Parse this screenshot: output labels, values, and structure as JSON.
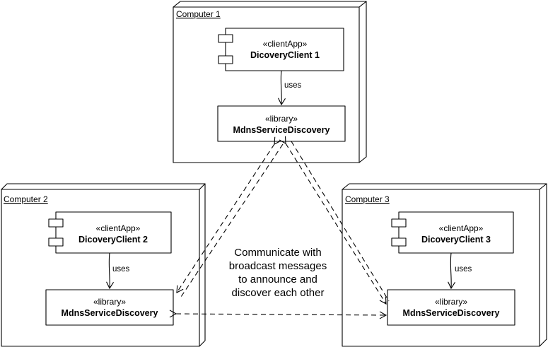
{
  "nodes": [
    {
      "id": "computer1",
      "title": "Computer 1"
    },
    {
      "id": "computer2",
      "title": "Computer 2"
    },
    {
      "id": "computer3",
      "title": "Computer 3"
    }
  ],
  "components": {
    "client1": {
      "stereotype": "«clientApp»",
      "name": "DicoveryClient 1"
    },
    "client2": {
      "stereotype": "«clientApp»",
      "name": "DicoveryClient 2"
    },
    "client3": {
      "stereotype": "«clientApp»",
      "name": "DicoveryClient 3"
    },
    "lib1": {
      "stereotype": "«library»",
      "name": "MdnsServiceDiscovery"
    },
    "lib2": {
      "stereotype": "«library»",
      "name": "MdnsServiceDiscovery"
    },
    "lib3": {
      "stereotype": "«library»",
      "name": "MdnsServiceDiscovery"
    }
  },
  "edges": {
    "uses1": "uses",
    "uses2": "uses",
    "uses3": "uses"
  },
  "note": {
    "lines": [
      "Communicate with",
      "broadcast messages",
      "to announce and",
      "discover each other"
    ]
  }
}
